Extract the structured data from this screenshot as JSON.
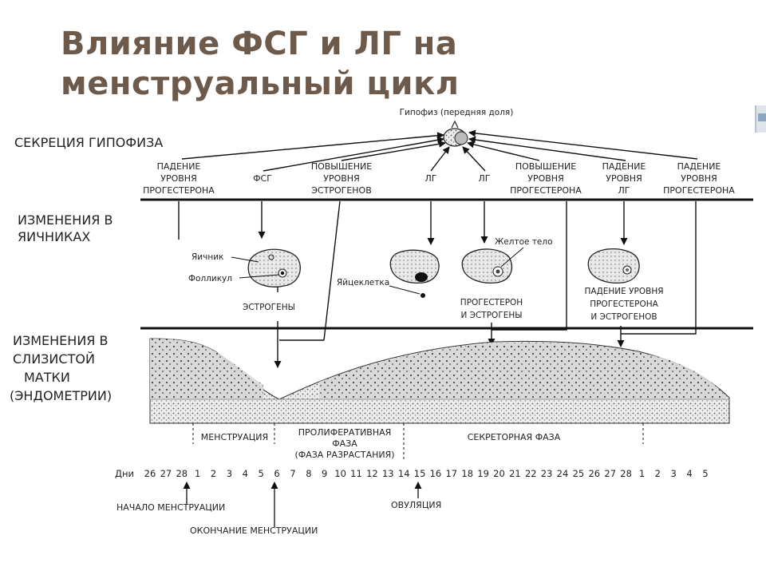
{
  "title": {
    "line1": "Влияние ФСГ и ЛГ на",
    "line2": "менструальный цикл"
  },
  "diagram": {
    "pituitary_label": "Гипофиз (передняя доля)",
    "sections": {
      "pituitary": "СЕКРЕЦИЯ ГИПОФИЗА",
      "ovary": [
        "ИЗМЕНЕНИЯ В",
        "ЯИЧНИКАХ"
      ],
      "endometrium": [
        "ИЗМЕНЕНИЯ В",
        "СЛИЗИСТОЙ",
        "МАТКИ",
        "(ЭНДОМЕТРИИ)"
      ]
    },
    "top_labels": {
      "progesterone_drop_1": [
        "ПАДЕНИЕ",
        "УРОВНЯ",
        "ПРОГЕСТЕРОНА"
      ],
      "fsh": "ФСГ",
      "estrogen_rise": [
        "ПОВЫШЕНИЕ",
        "УРОВНЯ",
        "ЭСТРОГЕНОВ"
      ],
      "lh_1": "ЛГ",
      "lh_2": "ЛГ",
      "progesterone_rise": [
        "ПОВЫШЕНИЕ",
        "УРОВНЯ",
        "ПРОГЕСТЕРОНА"
      ],
      "lh_drop": [
        "ПАДЕНИЕ",
        "УРОВНЯ",
        "ЛГ"
      ],
      "progesterone_drop_2": [
        "ПАДЕНИЕ",
        "УРОВНЯ",
        "ПРОГЕСТЕРОНА"
      ]
    },
    "ovary_labels": {
      "ovary": "Яичник",
      "follicle": "Фолликул",
      "egg": "Яйцеклетка",
      "corpus_luteum": "Желтое тело",
      "estrogens": "ЭСТРОГЕНЫ",
      "prog_estr": [
        "ПРОГЕСТЕРОН",
        "И ЭСТРОГЕНЫ"
      ],
      "drop": [
        "ПАДЕНИЕ УРОВНЯ",
        "ПРОГЕСТЕРОНА",
        "И ЭСТРОГЕНОВ"
      ]
    },
    "phases": {
      "menstruation": "МЕНСТРУАЦИЯ",
      "proliferative": [
        "ПРОЛИФЕРАТИВНАЯ",
        "ФАЗА",
        "(ФАЗА РАЗРАСТАНИЯ)"
      ],
      "secretory": "СЕКРЕТОРНАЯ ФАЗА"
    },
    "days_label": "Дни",
    "days": [
      "26",
      "27",
      "28",
      "1",
      "2",
      "3",
      "4",
      "5",
      "6",
      "7",
      "8",
      "9",
      "10",
      "11",
      "12",
      "13",
      "14",
      "15",
      "16",
      "17",
      "18",
      "19",
      "20",
      "21",
      "22",
      "23",
      "24",
      "25",
      "26",
      "27",
      "28",
      "1",
      "2",
      "3",
      "4",
      "5"
    ],
    "bottom_labels": {
      "menstruation_start": "НАЧАЛО МЕНСТРУАЦИИ",
      "ovulation": "ОВУЛЯЦИЯ",
      "menstruation_end": "ОКОНЧАНИЕ МЕНСТРУАЦИИ"
    }
  }
}
